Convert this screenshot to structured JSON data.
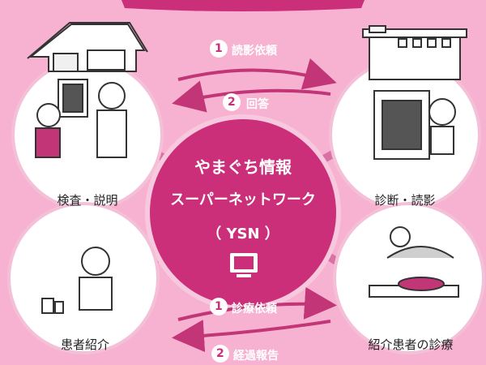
{
  "center": {
    "line1": "やまぐち情報",
    "line2": "スーパーネットワーク",
    "line3": "（ YSN ）"
  },
  "nodes": {
    "top_left": "検査・説明",
    "top_right": "診断・読影",
    "bottom_left": "患者紹介",
    "bottom_right": "紹介患者の診療"
  },
  "arrows": {
    "a1": {
      "num": "1",
      "label": "読影依頼"
    },
    "a2": {
      "num": "2",
      "label": "回答"
    },
    "a3": {
      "num": "1",
      "label": "診療依頼"
    },
    "a4": {
      "num": "2",
      "label": "経過報告"
    }
  },
  "colors": {
    "background": "#f7b2d2",
    "accent": "#cc2f7a",
    "arrow": "#c23577",
    "connector": "#d66aa0"
  },
  "icons": {
    "center_icon": "monitor-icon"
  }
}
